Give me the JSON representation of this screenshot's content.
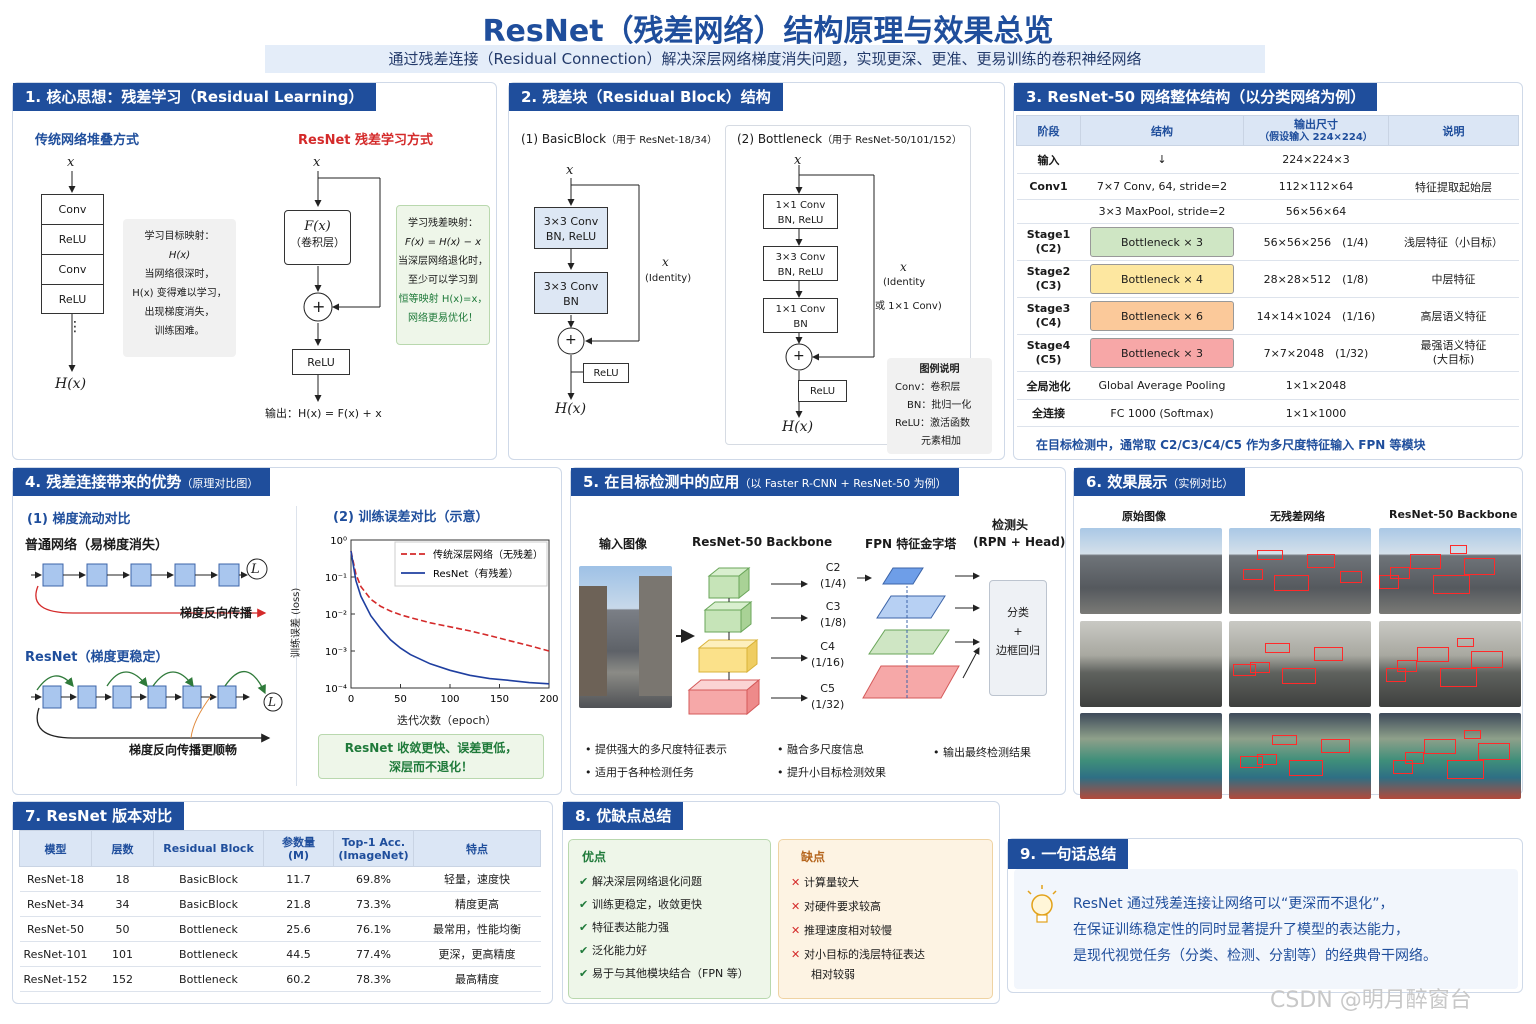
{
  "header": {
    "title": "ResNet（残差网络）结构原理与效果总览",
    "subtitle": "通过残差连接（Residual Connection）解决深层网络梯度消失问题，实现更深、更准、更易训练的卷积神经网络"
  },
  "p1": {
    "title": "1. 核心思想：残差学习（Residual Learning）",
    "left_title": "传统网络堆叠方式",
    "right_title": "ResNet 残差学习方式",
    "x": "x",
    "hx": "H(x)",
    "layers": [
      "Conv",
      "ReLU",
      "Conv",
      "ReLU"
    ],
    "dots": "⋮",
    "note1": [
      "学习目标映射：",
      "H(x)",
      "当网络很深时，",
      "H(x) 变得难以学习，",
      "出现梯度消失，",
      "训练困难。"
    ],
    "fx": "F(x)",
    "fx_sub": "（卷积层）",
    "relu": "ReLU",
    "plus": "+",
    "output": "输出：H(x) = F(x) + x",
    "note2": [
      "学习残差映射：",
      "F(x) = H(x) − x",
      "当深层网络退化时，",
      "至少可以学习到",
      "恒等映射 H(x)=x，",
      "网络更易优化！"
    ]
  },
  "p2": {
    "title": "2. 残差块（Residual Block）结构",
    "basic_title": "(1) BasicBlock",
    "basic_sub": "（用于 ResNet-18/34）",
    "bottle_title": "(2) Bottleneck",
    "bottle_sub": "（用于 ResNet-50/101/152）",
    "x": "x",
    "hx": "H(x)",
    "b1": [
      "3×3 Conv",
      "BN, ReLU"
    ],
    "b2": [
      "3×3 Conv",
      "BN"
    ],
    "identity": [
      "x",
      "(Identity)"
    ],
    "relu": "ReLU",
    "c1": [
      "1×1 Conv",
      "BN, ReLU"
    ],
    "c2": [
      "3×3 Conv",
      "BN, ReLU"
    ],
    "c3": [
      "1×1 Conv",
      "BN"
    ],
    "identity2": [
      "x",
      "(Identity",
      "或 1×1 Conv)"
    ],
    "legend_title": "图例说明",
    "legend": [
      "Conv：卷积层",
      "BN：批归一化",
      "ReLU：激活函数",
      "元素相加"
    ]
  },
  "p3": {
    "title": "3. ResNet-50 网络整体结构（以分类网络为例）",
    "headers": [
      "阶段",
      "结构",
      "输出尺寸",
      "（假设输入 224×224）",
      "说明"
    ],
    "rows": [
      {
        "stage": "输入",
        "struct": "↓",
        "size": "224×224×3",
        "desc": ""
      },
      {
        "stage": "Conv1",
        "struct": "7×7 Conv, 64, stride=2",
        "size": "112×112×64",
        "desc": "特征提取起始层"
      },
      {
        "stage": "",
        "struct": "3×3 MaxPool, stride=2",
        "size": "56×56×64",
        "desc": ""
      },
      {
        "stage": "Stage1",
        "stage2": "(C2)",
        "struct": "Bottleneck × 3",
        "size": "56×56×256　(1/4)",
        "desc": "浅层特征（小目标）",
        "color": "#cfe6c4"
      },
      {
        "stage": "Stage2",
        "stage2": "(C3)",
        "struct": "Bottleneck × 4",
        "size": "28×28×512　(1/8)",
        "desc": "中层特征",
        "color": "#fde7a0"
      },
      {
        "stage": "Stage3",
        "stage2": "(C4)",
        "struct": "Bottleneck × 6",
        "size": "14×14×1024　(1/16)",
        "desc": "高层语义特征",
        "color": "#fbc99a"
      },
      {
        "stage": "Stage4",
        "stage2": "(C5)",
        "struct": "Bottleneck × 3",
        "size": "7×7×2048　(1/32)",
        "desc": "最强语义特征",
        "desc2": "(大目标)",
        "color": "#f7a7a7"
      },
      {
        "stage": "全局池化",
        "struct": "Global Average Pooling",
        "size": "1×1×2048",
        "desc": ""
      },
      {
        "stage": "全连接",
        "struct": "FC 1000 (Softmax)",
        "size": "1×1×1000",
        "desc": ""
      }
    ],
    "footer": "在目标检测中，通常取 C2/C3/C4/C5 作为多尺度特征输入 FPN 等模块"
  },
  "p4": {
    "title": "4. 残差连接带来的优势",
    "title_small": "（原理对比图）",
    "sub1": "(1) 梯度流动对比",
    "plain_label": "普通网络（易梯度消失）",
    "plain_back": "梯度反向传播",
    "res_label": "ResNet（梯度更稳定）",
    "res_back": "梯度反向传播更顺畅",
    "L": "L",
    "sub2": "(2) 训练误差对比（示意）",
    "conclusion": [
      "ResNet 收敛更快、误差更低，",
      "深层而不退化！"
    ]
  },
  "chart_data": {
    "type": "line",
    "ylabel": "训练误差 (loss)",
    "xlabel": "迭代次数（epoch）",
    "log_y": true,
    "xlim": [
      0,
      200
    ],
    "ylim": [
      0.0001,
      1
    ],
    "x_ticks": [
      "0",
      "50",
      "100",
      "150",
      "200"
    ],
    "y_ticks": [
      "10⁰",
      "10⁻¹",
      "10⁻²",
      "10⁻³",
      "10⁻⁴"
    ],
    "x": [
      0,
      5,
      10,
      20,
      30,
      40,
      50,
      60,
      80,
      100,
      120,
      140,
      160,
      180,
      200
    ],
    "series": [
      {
        "name": "传统深层网络（无残差）",
        "color": "#d42a2a",
        "dash": true,
        "values": [
          0.5,
          0.12,
          0.055,
          0.025,
          0.016,
          0.012,
          0.0095,
          0.008,
          0.0058,
          0.0045,
          0.0035,
          0.0026,
          0.0019,
          0.0014,
          0.001
        ]
      },
      {
        "name": "ResNet（有残差）",
        "color": "#1f3fa0",
        "dash": false,
        "values": [
          0.5,
          0.08,
          0.03,
          0.009,
          0.004,
          0.002,
          0.0012,
          0.0008,
          0.00045,
          0.0003,
          0.00022,
          0.00018,
          0.00016,
          0.00014,
          0.00013
        ]
      }
    ]
  },
  "p5": {
    "title": "5. 在目标检测中的应用",
    "title_small": "（以 Faster R-CNN + ResNet-50 为例）",
    "cols": [
      "输入图像",
      "ResNet-50 Backbone",
      "FPN 特征金字塔",
      "检测头",
      "(RPN + Head)"
    ],
    "levels": [
      [
        "C2",
        "(1/4)"
      ],
      [
        "C3",
        "(1/8)"
      ],
      [
        "C4",
        "(1/16)"
      ],
      [
        "C5",
        "(1/32)"
      ]
    ],
    "head": [
      "分类",
      "+",
      "边框回归"
    ],
    "bullets1": [
      "提供强大的多尺度特征表示",
      "适用于各种检测任务"
    ],
    "bullets2": [
      "融合多尺度信息",
      "提升小目标检测效果"
    ],
    "bullets3": [
      "输出最终检测结果"
    ]
  },
  "p6": {
    "title": "6. 效果展示",
    "title_small": "（实例对比）",
    "cols": [
      "原始图像",
      "无残差网络",
      "ResNet-50 Backbone"
    ]
  },
  "p7": {
    "title": "7. ResNet 版本对比",
    "headers": [
      "模型",
      "层数",
      "Residual Block",
      "参数量",
      "(M)",
      "Top-1 Acc.",
      "(ImageNet)",
      "特点"
    ],
    "rows": [
      [
        "ResNet-18",
        "18",
        "BasicBlock",
        "11.7",
        "69.8%",
        "轻量，速度快"
      ],
      [
        "ResNet-34",
        "34",
        "BasicBlock",
        "21.8",
        "73.3%",
        "精度更高"
      ],
      [
        "ResNet-50",
        "50",
        "Bottleneck",
        "25.6",
        "76.1%",
        "最常用，性能均衡"
      ],
      [
        "ResNet-101",
        "101",
        "Bottleneck",
        "44.5",
        "77.4%",
        "更深，更高精度"
      ],
      [
        "ResNet-152",
        "152",
        "Bottleneck",
        "60.2",
        "78.3%",
        "最高精度"
      ]
    ]
  },
  "p8": {
    "title": "8. 优缺点总结",
    "pros_title": "优点",
    "pros": [
      "解决深层网络退化问题",
      "训练更稳定，收敛更快",
      "特征表达能力强",
      "泛化能力好",
      "易于与其他模块结合（FPN 等）"
    ],
    "cons_title": "缺点",
    "cons": [
      "计算量较大",
      "对硬件要求较高",
      "推理速度相对较慢",
      "对小目标的浅层特征表达",
      "相对较弱"
    ]
  },
  "p9": {
    "title": "9. 一句话总结",
    "lines": [
      "ResNet 通过残差连接让网络可以“更深而不退化”，",
      "在保证训练稳定性的同时显著提升了模型的表达能力，",
      "是现代视觉任务（分类、检测、分割等）的经典骨干网络。"
    ]
  },
  "watermark": "CSDN @明月醉窗台"
}
